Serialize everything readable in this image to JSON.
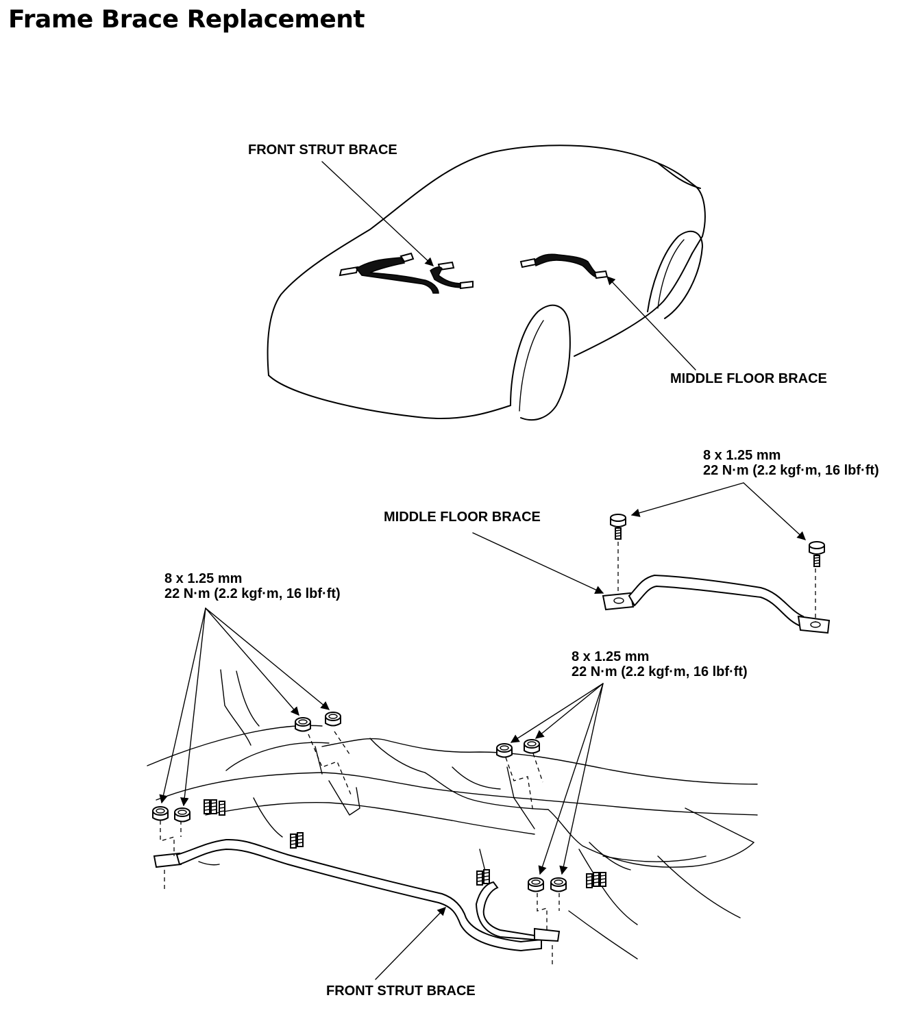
{
  "title": "Frame Brace Replacement",
  "labels": {
    "front_strut_brace_top": "FRONT STRUT BRACE",
    "middle_floor_brace_top": "MIDDLE FLOOR BRACE",
    "middle_floor_brace": "MIDDLE FLOOR BRACE",
    "front_strut_brace_bottom": "FRONT STRUT BRACE"
  },
  "torque_specs": {
    "middle_floor": {
      "size": "8 x 1.25 mm",
      "torque": "22 N·m (2.2 kgf·m, 16 lbf·ft)"
    },
    "front_left": {
      "size": "8 x 1.25 mm",
      "torque": "22 N·m (2.2 kgf·m, 16 lbf·ft)"
    },
    "front_right": {
      "size": "8 x 1.25 mm",
      "torque": "22 N·m (2.2 kgf·m, 16 lbf·ft)"
    }
  },
  "colors": {
    "ink": "#000000",
    "paper": "#ffffff"
  }
}
